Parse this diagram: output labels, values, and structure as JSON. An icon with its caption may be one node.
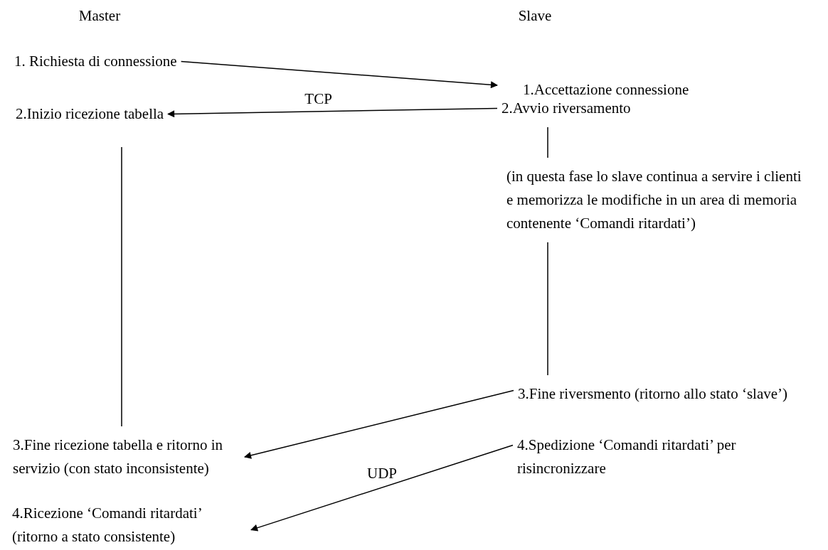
{
  "diagram": {
    "nodes": [
      {
        "text": [
          "1. Richiesta di connessione"
        ]
      },
      {
        "text": [
          "1.Accettazione connessione"
        ]
      },
      {
        "text": [
          "2.Avvio riversamento"
        ]
      },
      {
        "text": [
          "2.Inizio ricezione tabella"
        ]
      },
      {
        "text": [
          "(in questa fase lo slave continua a servire i clienti e memorizza le modifiche in un area di memoria contenente ‘Comandi ritardati’)"
        ]
      },
      {
        "text": [
          "3.Fine riversmento (ritorno allo stato ‘slave’)"
        ]
      },
      {
        "text": [
          "3.Fine ricezione tabella e ritorno in servizio (con stato inconsistente)"
        ]
      },
      {
        "text": [
          "4.Spedizione ‘Comandi ritardati’ per risincronizzare"
        ]
      },
      {
        "text": [
          "4.Ricezione ‘Comandi ritardati’ (ritorno a stato consistente)"
        ]
      }
    ],
    "edges": [
      {
        "from": 0,
        "to": 1,
        "arrow": "to"
      },
      {
        "from": 2,
        "to": 3,
        "arrow": "to",
        "label": "TCP"
      },
      {
        "from": 2,
        "to": 4,
        "arrow": "none"
      },
      {
        "from": 4,
        "to": 5,
        "arrow": "none"
      },
      {
        "from": 3,
        "to": 6,
        "arrow": "none"
      },
      {
        "from": 5,
        "to": 6,
        "arrow": "to"
      },
      {
        "from": 7,
        "to": 8,
        "arrow": "to",
        "label": "UDP"
      }
    ],
    "labels": [
      "Master",
      "Slave"
    ]
  }
}
